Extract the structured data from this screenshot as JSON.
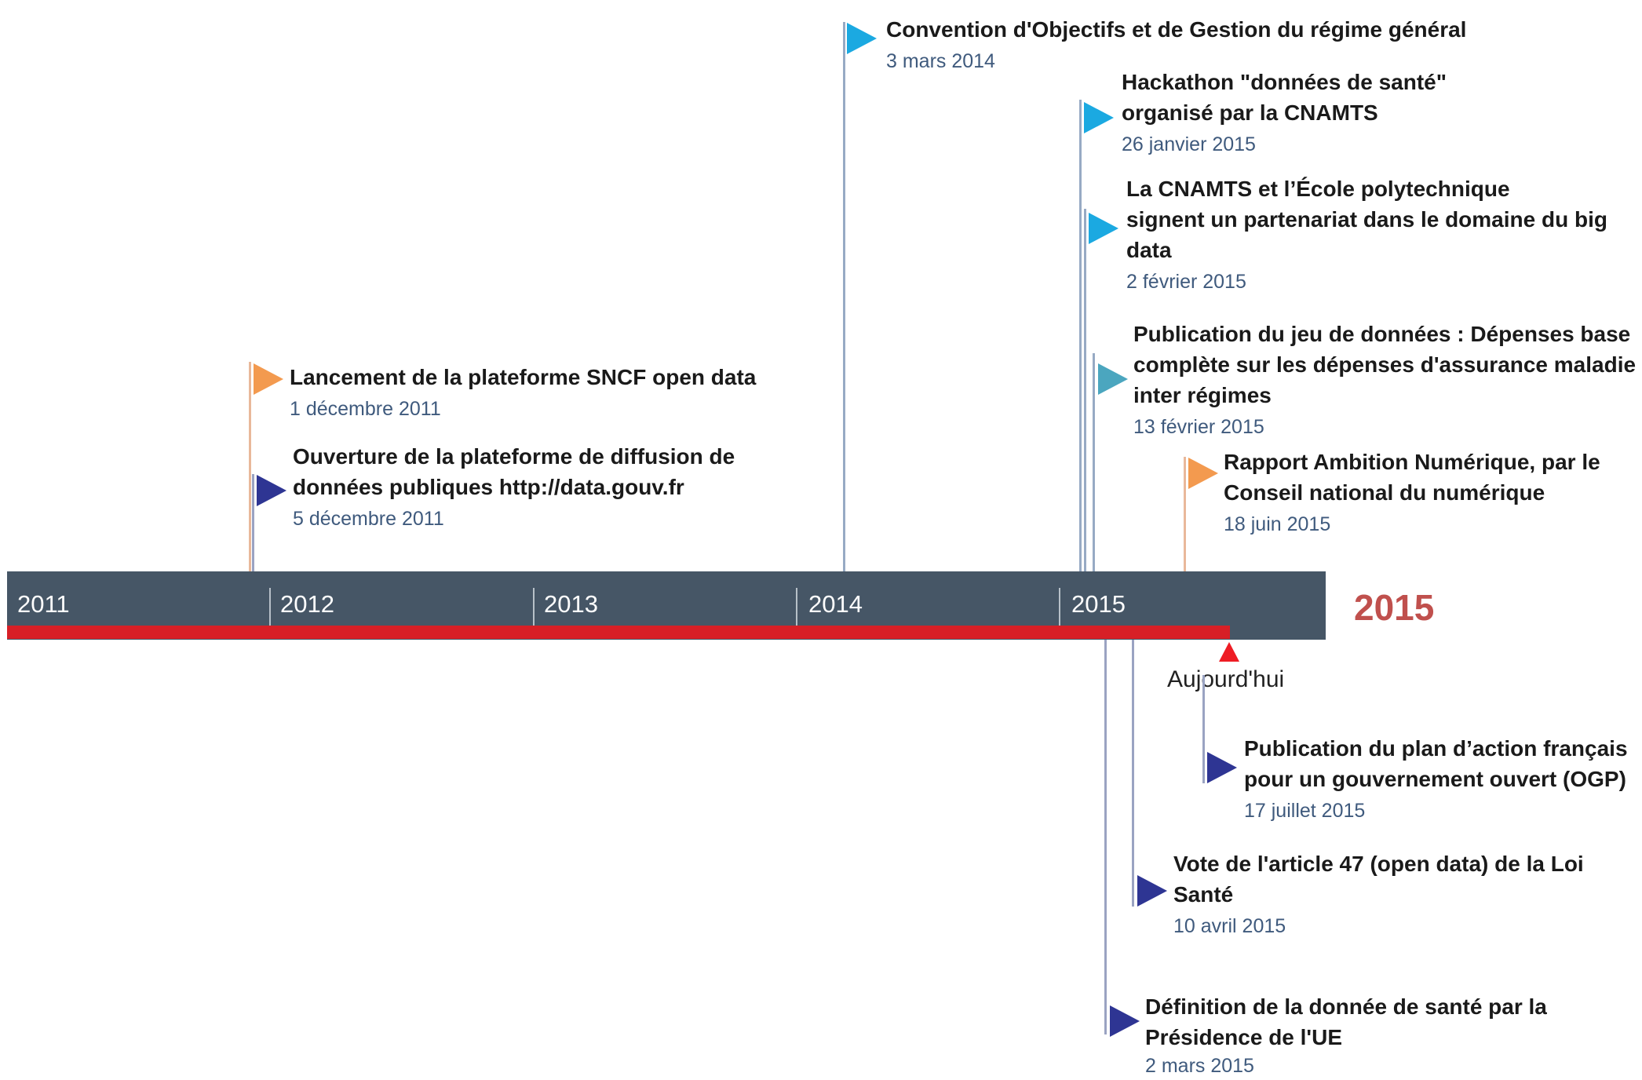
{
  "timeline": {
    "years": [
      "2011",
      "2012",
      "2013",
      "2014",
      "2015"
    ],
    "current_year": "2015",
    "today_label": "Aujourd'hui",
    "colors": {
      "bar": "#465666",
      "progress": "#d71f26",
      "today_marker": "#ee1c24",
      "current_year": "#c0504d",
      "date_text": "#3f5a7d",
      "flag_orange": "#f39a4f",
      "flag_light_blue": "#1ba9e1",
      "flag_teal": "#4ba6bf",
      "flag_navy": "#2e3593"
    }
  },
  "events": [
    {
      "title": "Convention d'Objectifs et de Gestion du régime général",
      "date": "3 mars 2014",
      "flag_icon": "flag-icon",
      "flag_color": "#1ba9e1"
    },
    {
      "title": "Hackathon \"données de santé\"\norganisé par la CNAMTS",
      "date": "26 janvier 2015",
      "flag_icon": "flag-icon",
      "flag_color": "#1ba9e1"
    },
    {
      "title": "La CNAMTS et l’École polytechnique\nsignent un partenariat dans le domaine du big\ndata",
      "date": "2 février 2015",
      "flag_icon": "flag-icon",
      "flag_color": "#1ba9e1"
    },
    {
      "title": "Publication du jeu de données : Dépenses base\ncomplète sur les dépenses d'assurance maladie\ninter régimes",
      "date": "13 février 2015",
      "flag_icon": "flag-icon",
      "flag_color": "#4ba6bf"
    },
    {
      "title": "Lancement de la plateforme SNCF open data",
      "date": "1 décembre 2011",
      "flag_icon": "flag-icon",
      "flag_color": "#f39a4f"
    },
    {
      "title": "Ouverture de la plateforme de diffusion de\ndonnées publiques http://data.gouv.fr",
      "date": "5 décembre 2011",
      "flag_icon": "flag-icon",
      "flag_color": "#2e3593"
    },
    {
      "title": "Rapport Ambition Numérique, par le\nConseil national du numérique",
      "date": "18 juin 2015",
      "flag_icon": "flag-icon",
      "flag_color": "#f39a4f"
    },
    {
      "title": "Publication du plan d’action français\npour un gouvernement ouvert (OGP)",
      "date": "17 juillet 2015",
      "flag_icon": "flag-icon",
      "flag_color": "#2e3593"
    },
    {
      "title": "Vote de l'article 47 (open data) de la Loi\nSanté",
      "date": "10 avril 2015",
      "flag_icon": "flag-icon",
      "flag_color": "#2e3593"
    },
    {
      "title": "Définition de la donnée de santé par la\nPrésidence de l'UE",
      "date": "2 mars 2015",
      "flag_icon": "flag-icon",
      "flag_color": "#2e3593"
    }
  ]
}
